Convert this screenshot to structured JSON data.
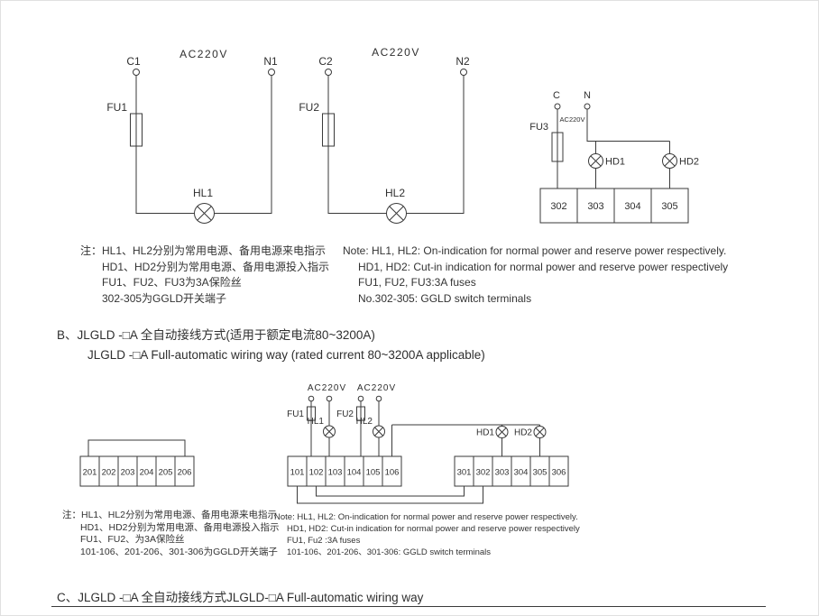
{
  "diagramA": {
    "left": {
      "c_label": "C1",
      "voltage_label": "AC220V",
      "n_label": "N1",
      "fuse_label": "FU1",
      "lamp_label": "HL1"
    },
    "middle": {
      "c_label": "C2",
      "voltage_label": "AC220V",
      "n_label": "N2",
      "fuse_label": "FU2",
      "lamp_label": "HL2"
    },
    "right": {
      "c_label": "C",
      "n_label": "N",
      "voltage_label": "AC220V",
      "fuse_label": "FU3",
      "lamp1_label": "HD1",
      "lamp2_label": "HD2",
      "terminals": [
        "302",
        "303",
        "304",
        "305"
      ]
    }
  },
  "notes1": {
    "cn": [
      "注：HL1、HL2分别为常用电源、备用电源来电指示",
      "HD1、HD2分别为常用电源、备用电源投入指示",
      "FU1、FU2、FU3为3A保险丝",
      "302-305为GGLD开关端子"
    ],
    "en": [
      "Note: HL1, HL2: On-indication for normal power and reserve power respectively.",
      "HD1, HD2: Cut-in indication for normal power and reserve power respectively",
      "FU1, FU2, FU3:3A fuses",
      "No.302-305: GGLD switch terminals"
    ]
  },
  "sectionB": {
    "heading_cn": "B、JLGLD -□A 全自动接线方式(适用于额定电流80~3200A)",
    "heading_en": "JLGLD -□A Full-automatic wiring way (rated current 80~3200A applicable)",
    "voltage1_label": "AC220V",
    "voltage2_label": "AC220V",
    "fuse1_label": "FU1",
    "fuse2_label": "FU2",
    "lamp1_label": "HL1",
    "lamp2_label": "HL2",
    "hd1_label": "HD1",
    "hd2_label": "HD2",
    "blocks": {
      "left": [
        "201",
        "202",
        "203",
        "204",
        "205",
        "206"
      ],
      "middle": [
        "101",
        "102",
        "103",
        "104",
        "105",
        "106"
      ],
      "right": [
        "301",
        "302",
        "303",
        "304",
        "305",
        "306"
      ]
    }
  },
  "notes2": {
    "cn": [
      "注：HL1、HL2分别为常用电源、备用电源来电指示",
      "HD1、HD2分别为常用电源、备用电源投入指示",
      "FU1、FU2、为3A保险丝",
      "101-106、201-206、301-306为GGLD开关端子"
    ],
    "en": [
      "Note: HL1, HL2: On-indication for normal power and reserve power respectively.",
      "HD1, HD2: Cut-in indication for normal power and reserve power respectively",
      "FU1, Fu2 :3A fuses",
      "101-106、201-206、301-306: GGLD switch terminals"
    ]
  },
  "sectionC": {
    "heading": "C、JLGLD -□A 全自动接线方式JLGLD-□A Full-automatic wiring way"
  },
  "colors": {
    "line": "#3a3a3a",
    "text": "#2f2f2f",
    "background": "#ffffff"
  }
}
